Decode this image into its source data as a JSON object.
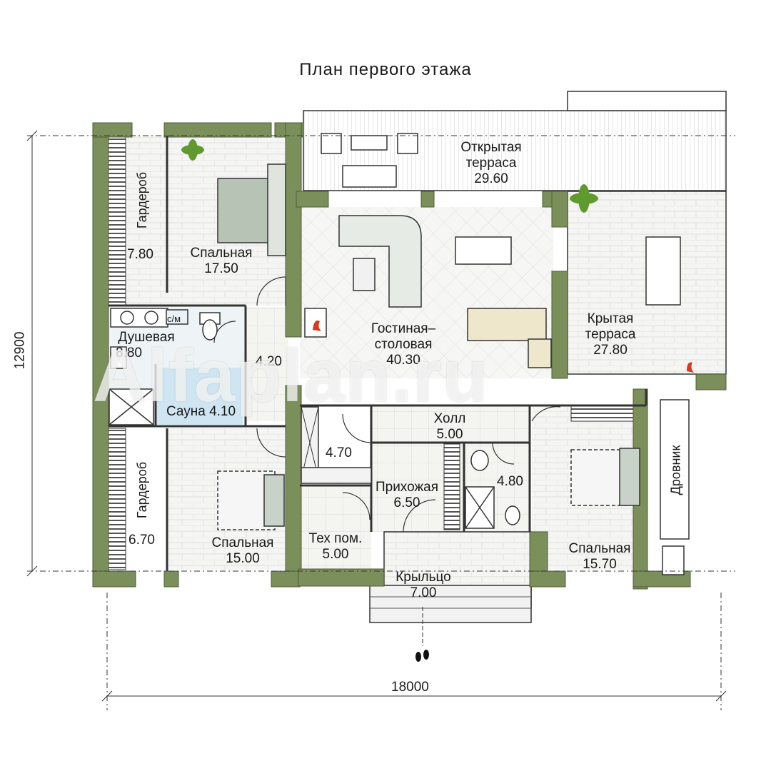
{
  "title": "План первого этажа",
  "dimensions": {
    "width": "18000",
    "height": "12900"
  },
  "watermark": "Alfaplan.ru",
  "colors": {
    "wall": "#7a8f5a",
    "tile": "#f3f3f0",
    "water": "#cfe6f2",
    "terrace_deck": "#ffffff",
    "line": "#222222"
  },
  "rooms": {
    "open_terrace": {
      "name": "Открытая терраса",
      "area": "29.60"
    },
    "covered_terrace": {
      "name": "Крытая терраса",
      "area": "27.80"
    },
    "living": {
      "name": "Гостиная–столовая",
      "area": "40.30"
    },
    "bedroom_1": {
      "name": "Спальная",
      "area": "17.50"
    },
    "wardrobe_1": {
      "name": "Гардероб",
      "area": "7.80"
    },
    "shower": {
      "name": "Душевая",
      "area": "8.80"
    },
    "sauna": {
      "name": "Сауна",
      "area": "4.10"
    },
    "corridor": {
      "area": "4.20"
    },
    "hall": {
      "name": "Холл",
      "area": "5.00"
    },
    "closet": {
      "area": "4.70"
    },
    "entrance": {
      "name": "Прихожая",
      "area": "6.50"
    },
    "wc": {
      "area": "4.80"
    },
    "tech": {
      "name": "Тех пом.",
      "area": "5.00"
    },
    "porch": {
      "name": "Крыльцо",
      "area": "7.00"
    },
    "bedroom_2": {
      "name": "Спальная",
      "area": "15.00"
    },
    "wardrobe_2": {
      "name": "Гардероб",
      "area": "6.70"
    },
    "bedroom_3": {
      "name": "Спальная",
      "area": "15.70"
    },
    "woodshed": {
      "name": "Дровник"
    }
  },
  "fixture_labels": {
    "washer": "с/м"
  }
}
